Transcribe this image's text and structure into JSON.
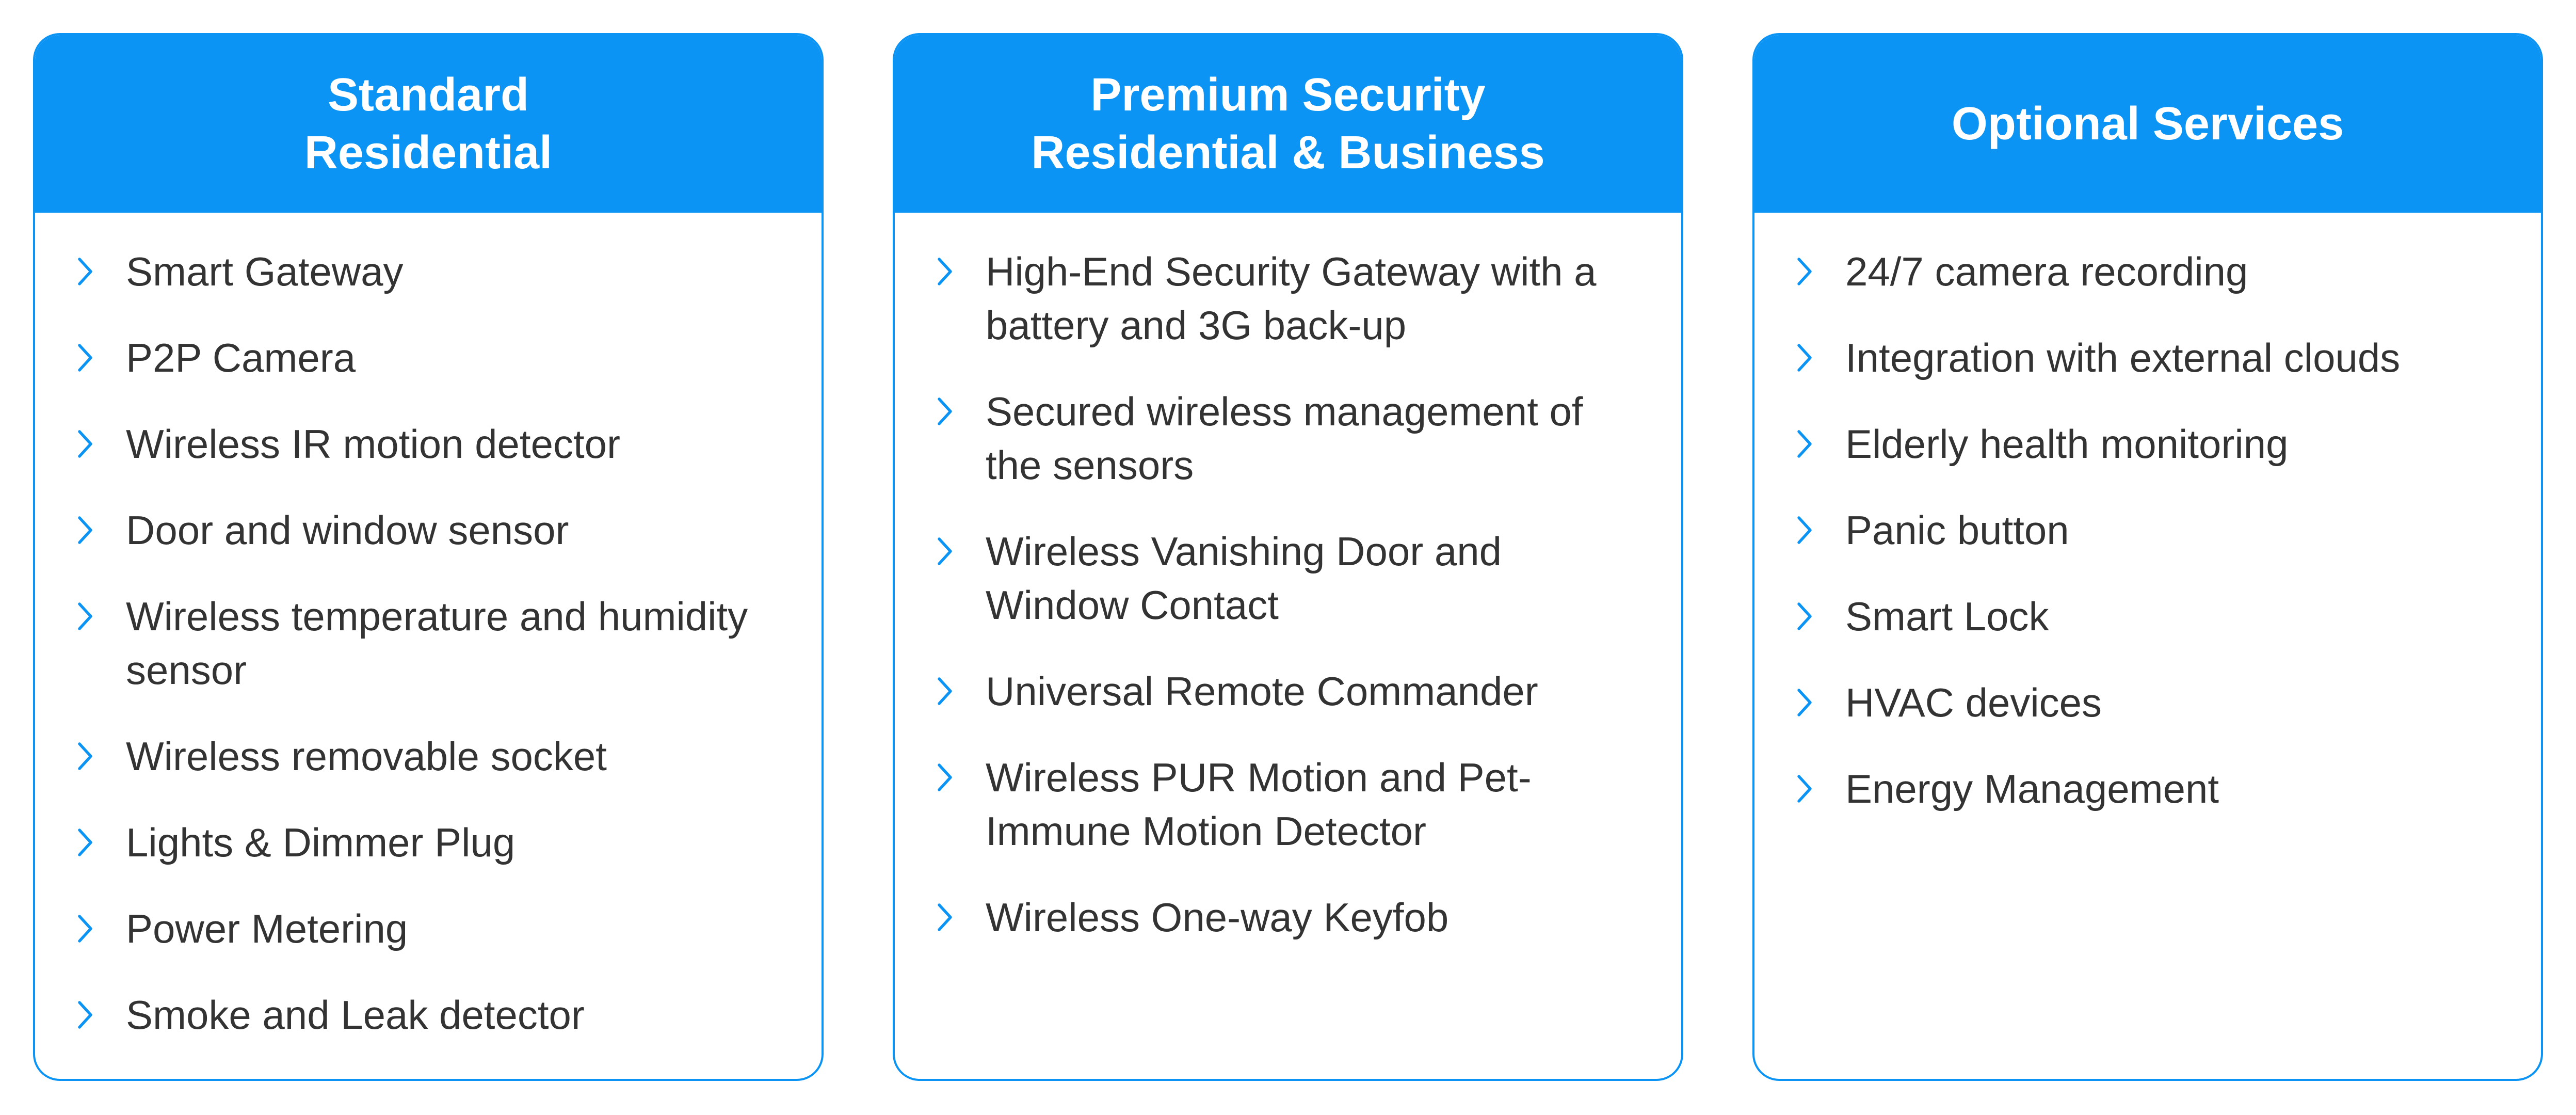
{
  "cards": [
    {
      "title": "Standard\nResidential",
      "items": [
        "Smart Gateway",
        "P2P Camera",
        "Wireless IR motion detector",
        "Door and window sensor",
        "Wireless temperature and humidity sensor",
        "Wireless removable socket",
        "Lights & Dimmer Plug",
        "Power Metering",
        "Smoke and Leak detector"
      ]
    },
    {
      "title": "Premium Security\nResidential & Business",
      "items": [
        "High-End Security Gateway with a battery and 3G back-up",
        "Secured wireless management of the sensors",
        "Wireless Vanishing Door and Window Contact",
        "Universal Remote Commander",
        "Wireless PUR Motion and Pet-Immune Motion Detector",
        "Wireless One-way Keyfob"
      ]
    },
    {
      "title": "Optional Services",
      "items": [
        "24/7 camera recording",
        "Integration with external clouds",
        "Elderly health monitoring",
        "Panic button",
        "Smart Lock",
        "HVAC devices",
        "Energy Management"
      ]
    }
  ],
  "colors": {
    "accent": "#0c94f4",
    "text": "#333333",
    "background": "#ffffff"
  },
  "icons": {
    "bullet": "chevron-right-icon"
  }
}
